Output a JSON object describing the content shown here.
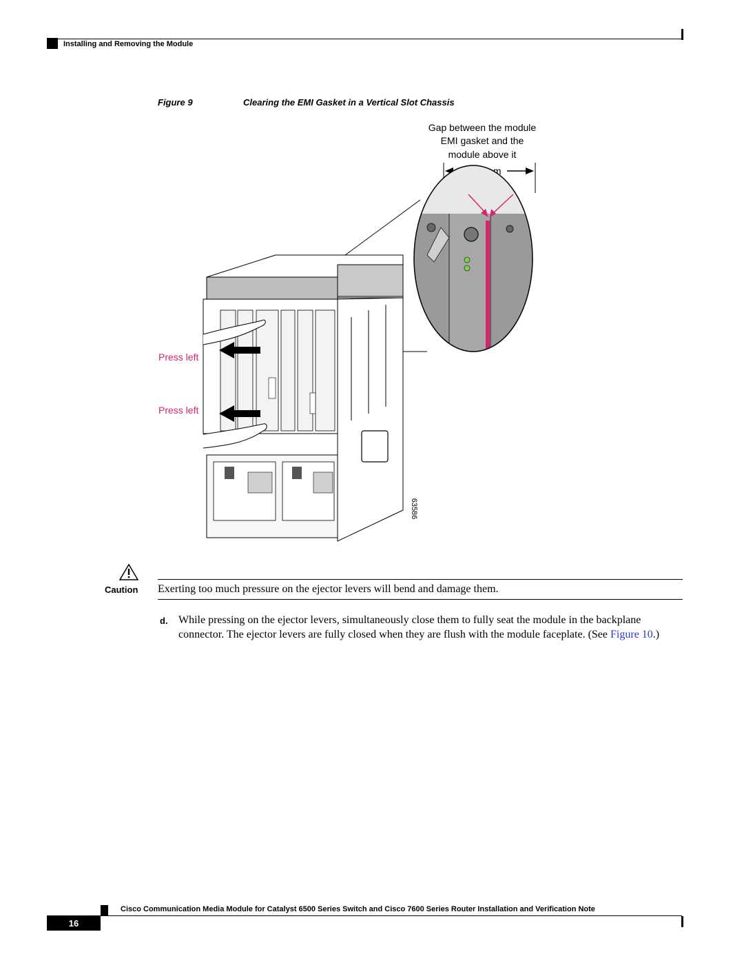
{
  "header": {
    "section_title": "Installing and Removing the Module"
  },
  "figure": {
    "label": "Figure 9",
    "title": "Clearing the EMI Gasket in a Vertical Slot Chassis",
    "callout_gap": [
      "Gap between the module",
      "EMI gasket and the",
      "module above it"
    ],
    "dimension": "1 mm",
    "press_left_1": "Press left",
    "press_left_2": "Press left",
    "art_number": "63586",
    "accent_color": "#d6246e"
  },
  "caution": {
    "label": "Caution",
    "text": "Exerting too much pressure on the ejector levers will bend and damage them."
  },
  "step": {
    "letter": "d.",
    "text": "While pressing on the ejector levers, simultaneously close them to fully seat the module in the backplane connector. The ejector levers are fully closed when they are flush with the module faceplate. (See ",
    "link": "Figure 10",
    "tail": ".)"
  },
  "footer": {
    "title": "Cisco Communication Media Module for Catalyst 6500 Series Switch and Cisco 7600 Series Router Installation and Verification Note",
    "page_number": "16"
  }
}
